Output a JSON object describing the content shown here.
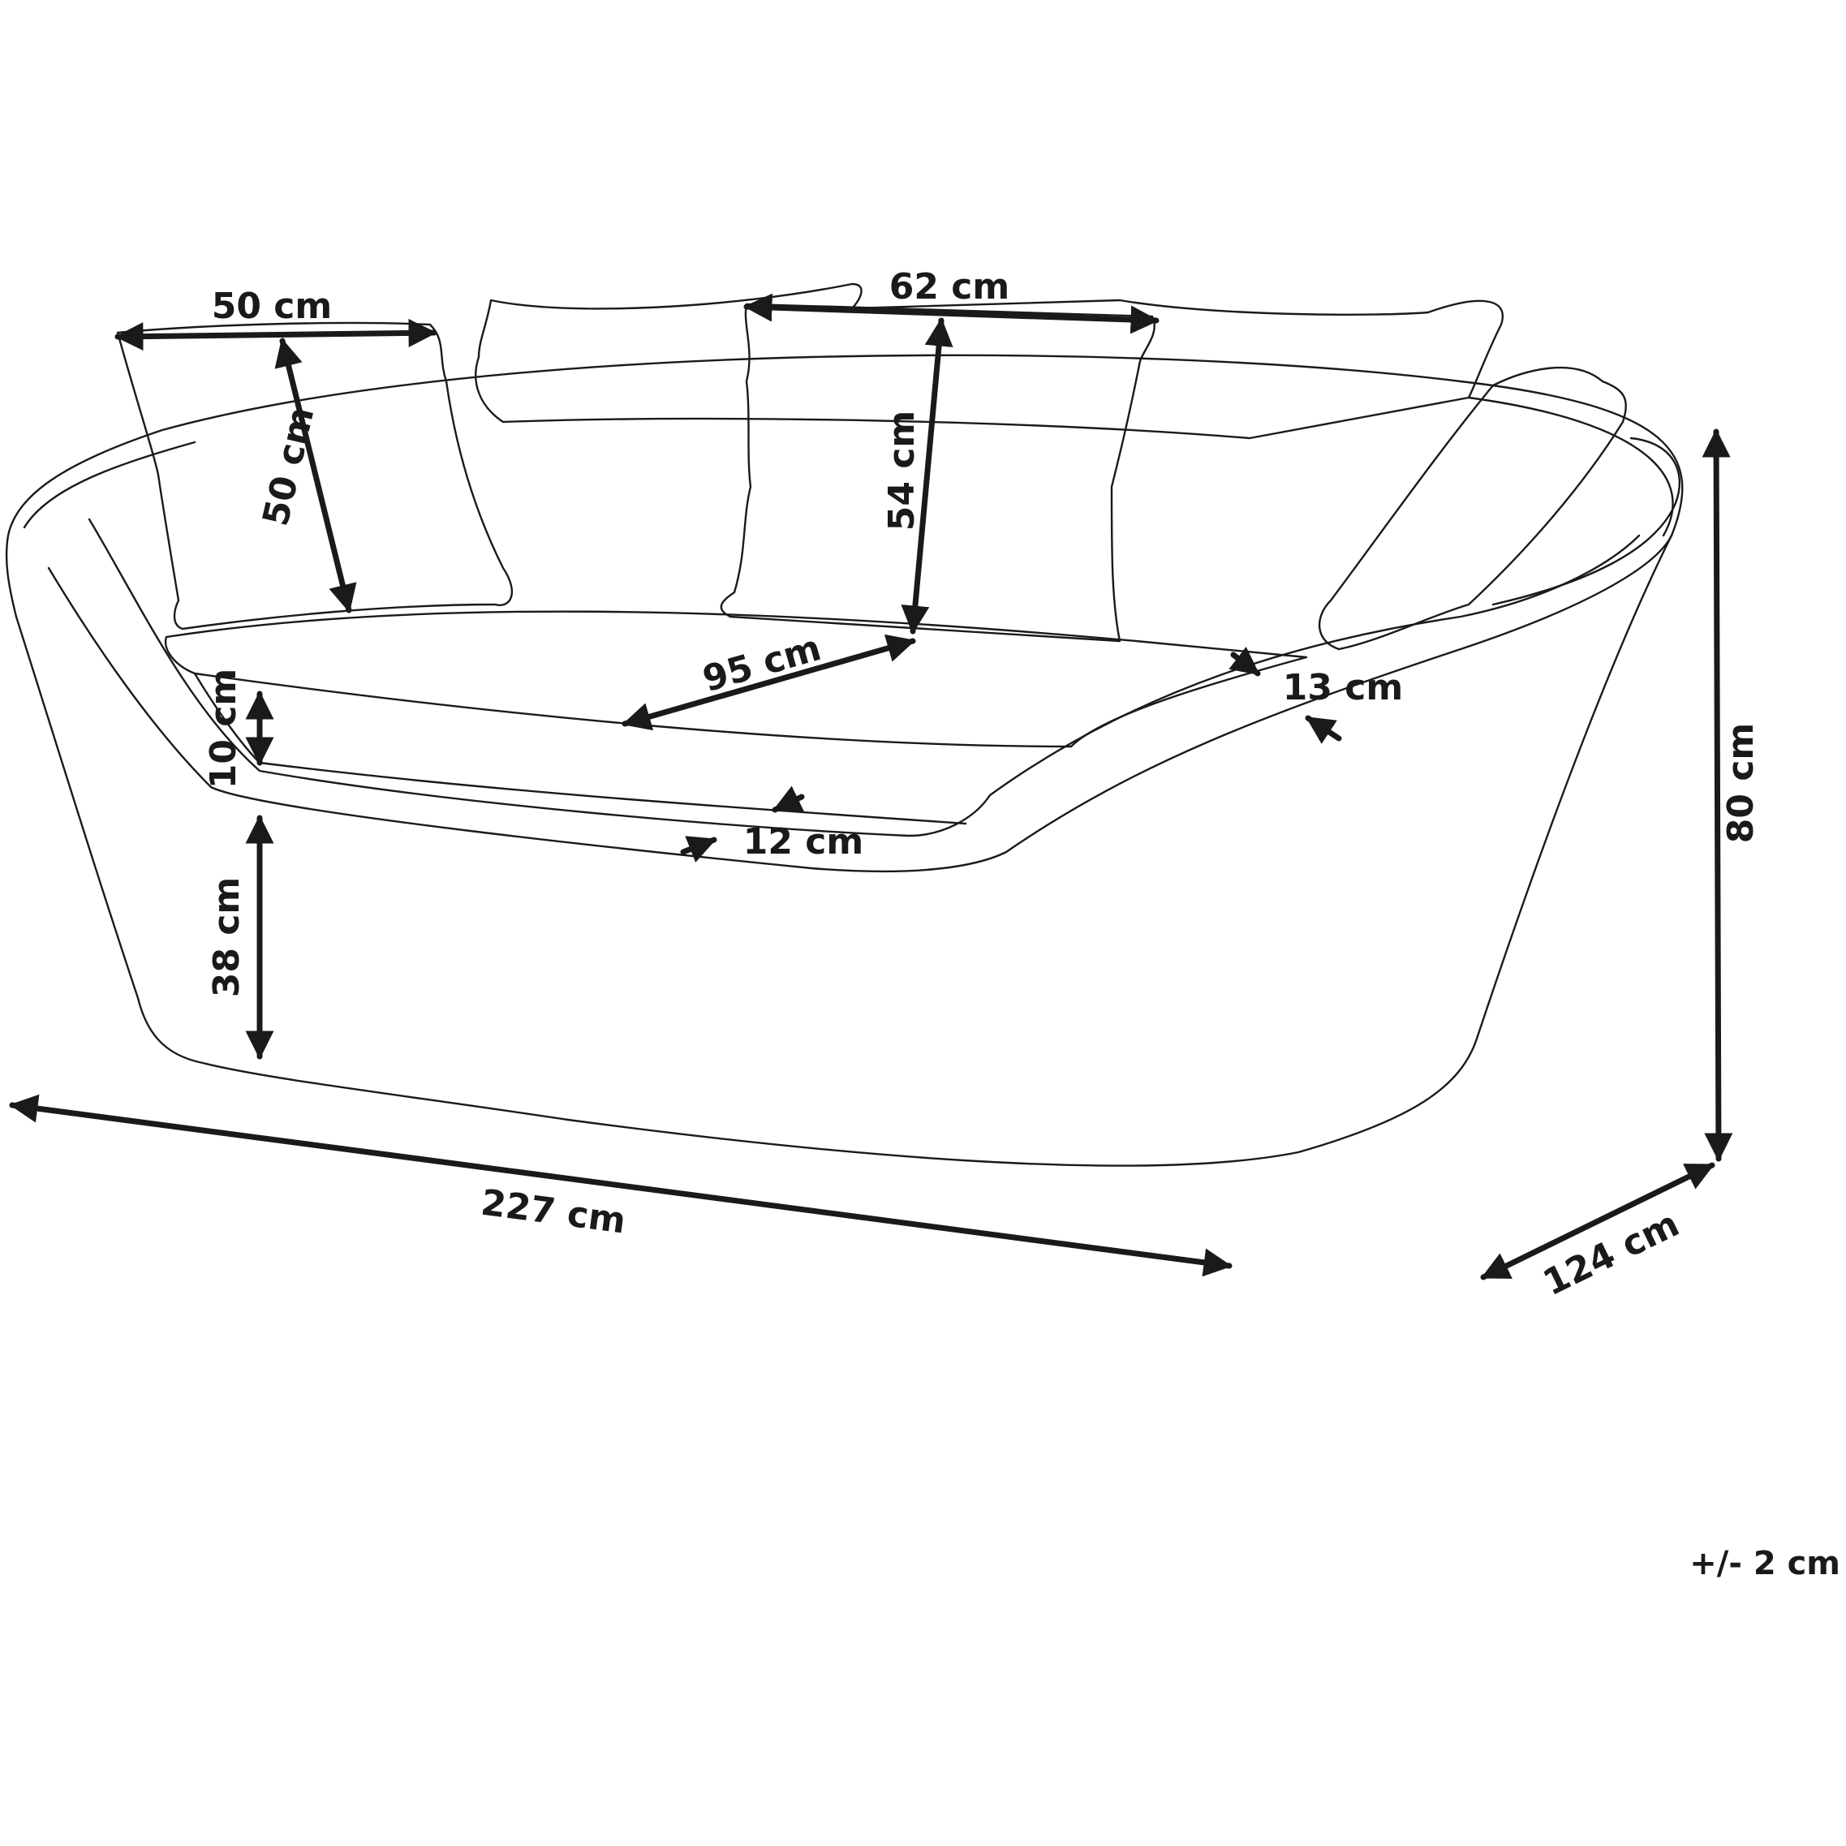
{
  "dimensions": {
    "pillow_width": "50 cm",
    "pillow_height": "50 cm",
    "backrest_pillow_width": "62 cm",
    "backrest_pillow_height": "54 cm",
    "seat_depth": "95 cm",
    "armrest_width": "13 cm",
    "seat_cushion_height": "10 cm",
    "frame_thickness": "12 cm",
    "seat_height": "38 cm",
    "total_width": "227 cm",
    "total_depth": "124 cm",
    "total_height": "80 cm"
  },
  "tolerance": "+/- 2 cm"
}
